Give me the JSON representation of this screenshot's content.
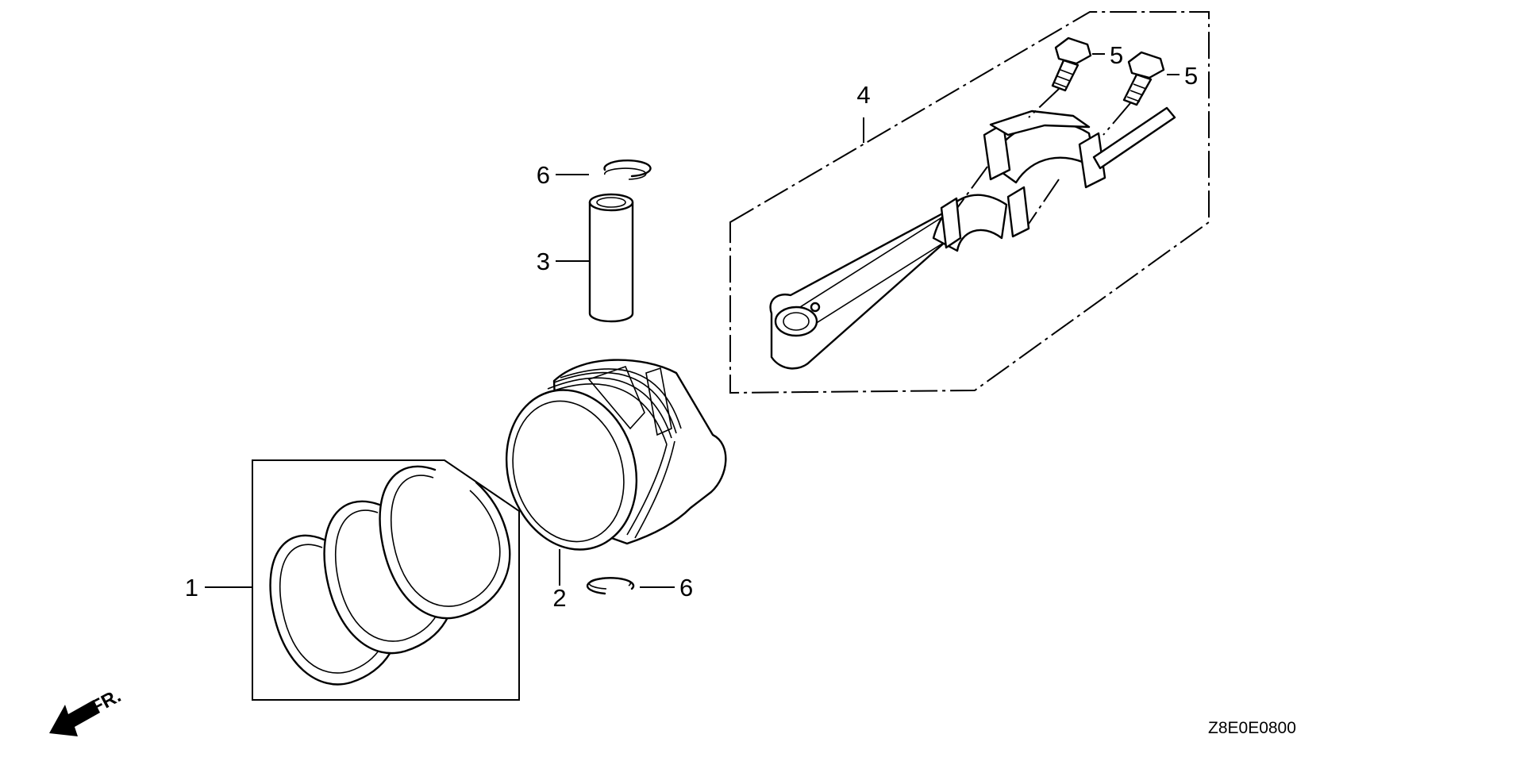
{
  "diagram": {
    "callouts": [
      {
        "id": "ring-set",
        "label": "1"
      },
      {
        "id": "piston",
        "label": "2"
      },
      {
        "id": "piston-pin",
        "label": "3"
      },
      {
        "id": "connecting-rod",
        "label": "4"
      },
      {
        "id": "rod-bolt-left",
        "label": "5"
      },
      {
        "id": "rod-bolt-right",
        "label": "5"
      },
      {
        "id": "pin-clip-top",
        "label": "6"
      },
      {
        "id": "pin-clip-bottom",
        "label": "6"
      }
    ],
    "direction_label": "FR.",
    "direction_icon": "arrow-front-icon",
    "diagram_code": "Z8E0E0800"
  }
}
